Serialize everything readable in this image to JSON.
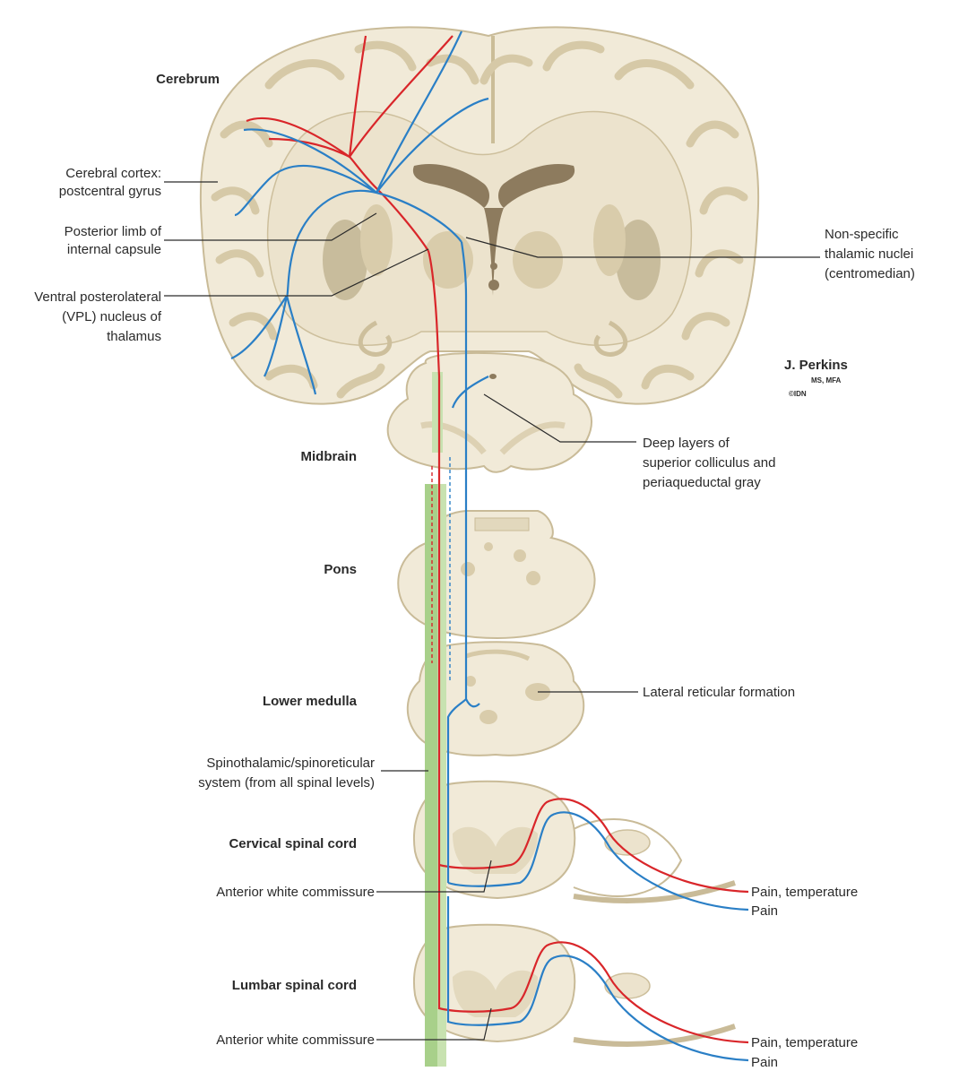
{
  "labels": {
    "cerebrum": "Cerebrum",
    "cortex_line1": "Cerebral cortex:",
    "cortex_line2": "postcentral gyrus",
    "capsule_line1": "Posterior limb of",
    "capsule_line2": "internal capsule",
    "vpl_line1": "Ventral posterolateral",
    "vpl_line2": "(VPL) nucleus of",
    "vpl_line3": "thalamus",
    "nonspecific_line1": "Non-specific",
    "nonspecific_line2": "thalamic nuclei",
    "nonspecific_line3": "(centromedian)",
    "midbrain": "Midbrain",
    "colliculus_line1": "Deep layers of",
    "colliculus_line2": "superior colliculus and",
    "colliculus_line3": "periaqueductal gray",
    "pons": "Pons",
    "lower_medulla": "Lower medulla",
    "reticular": "Lateral reticular formation",
    "spino_line1": "Spinothalamic/spinoreticular",
    "spino_line2": "system (from all spinal levels)",
    "cervical": "Cervical spinal cord",
    "anterior_commissure_1": "Anterior white commissure",
    "pain_temp_1": "Pain, temperature",
    "pain_1": "Pain",
    "lumbar": "Lumbar spinal cord",
    "anterior_commissure_2": "Anterior white commissure",
    "pain_temp_2": "Pain, temperature",
    "pain_2": "Pain"
  },
  "signature": {
    "name": "J. Perkins",
    "credentials": "MS, MFA",
    "logo_text": "©IDN"
  },
  "colors": {
    "pain_temperature_pathway": "#d9262a",
    "pain_pathway": "#2a7fc6",
    "tract": "#a8d08a",
    "tissue": "#f1ead8",
    "ventricle": "#8d7b5e"
  }
}
